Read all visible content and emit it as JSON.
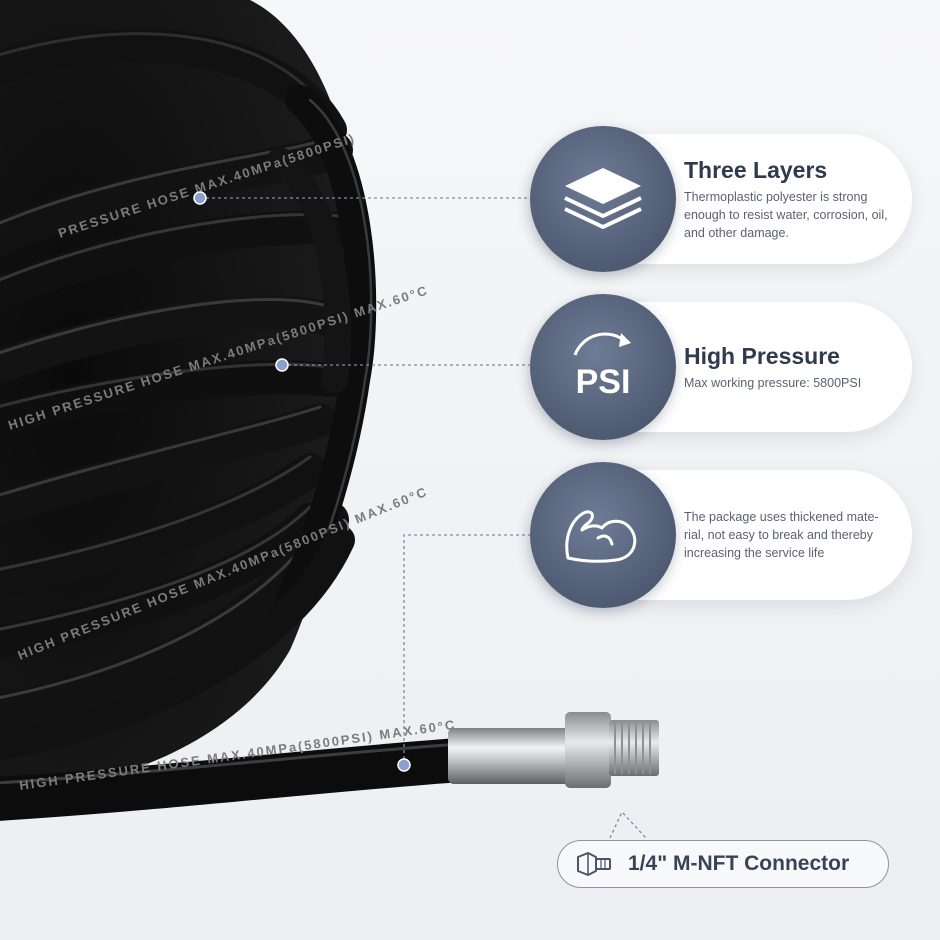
{
  "features": [
    {
      "title": "Three Layers",
      "description": "Thermoplastic polyester is strong enough to resist water, corrosion, oil, and other damage.",
      "icon": "layers-icon"
    },
    {
      "title": "High Pressure",
      "description": "Max working pressure: 5800PSI",
      "icon": "psi-icon",
      "icon_text": "PSI"
    },
    {
      "title": "",
      "description": "The package uses thickened mate-rial, not easy to break and thereby increasing the service life",
      "icon": "strong-arm-icon"
    }
  ],
  "hose_print": {
    "line_a": "HIGH PRESSURE HOSE MAX.40MPa(5800PSI) MAX.60°C",
    "line_b": "PRESSURE HOSE MAX.40MPa(5800PSI)"
  },
  "connector": {
    "label": "1/4\" M-NFT Connector",
    "icon": "hex-fitting-icon"
  },
  "colors": {
    "badge": "#56627a",
    "hose": "#141414",
    "accent_dot": "#7d8fb8",
    "card": "#ffffff"
  }
}
